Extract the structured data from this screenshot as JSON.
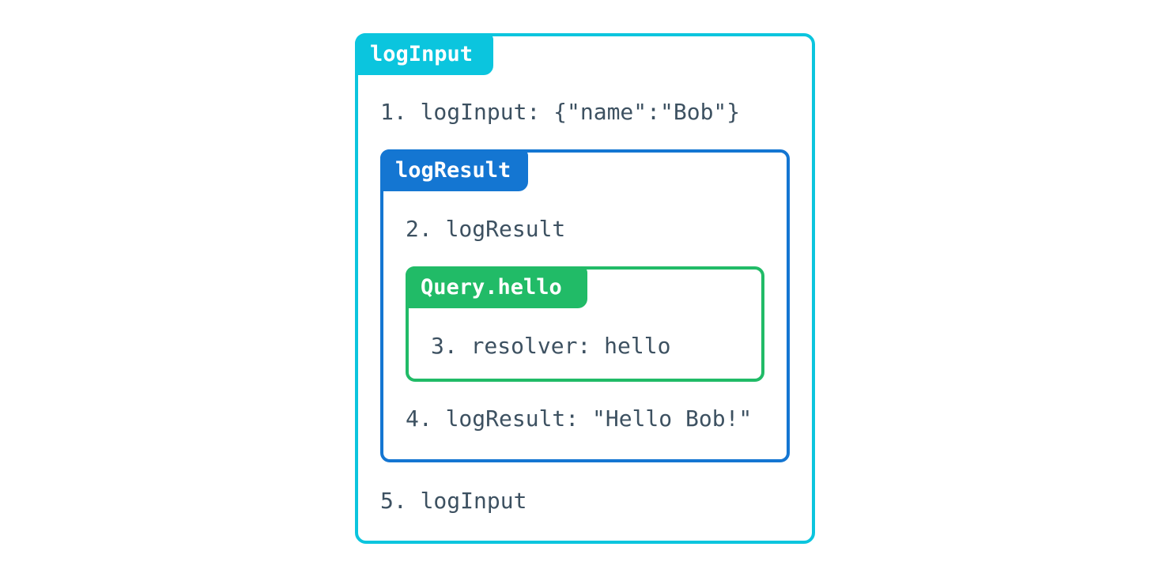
{
  "page": {
    "background": "#ffffff"
  },
  "diagram": {
    "text_color": "#3D5161",
    "outer": {
      "label": "logInput",
      "color": "#0BC5DE",
      "step_before": "1. logInput: {\"name\":\"Bob\"}",
      "step_after": "5. logInput"
    },
    "middle": {
      "label": "logResult",
      "color": "#1476D2",
      "step_before": "2. logResult",
      "step_after": "4. logResult: \"Hello Bob!\""
    },
    "inner": {
      "label": "Query.hello",
      "color": "#21BB67",
      "step": "3. resolver: hello"
    }
  }
}
